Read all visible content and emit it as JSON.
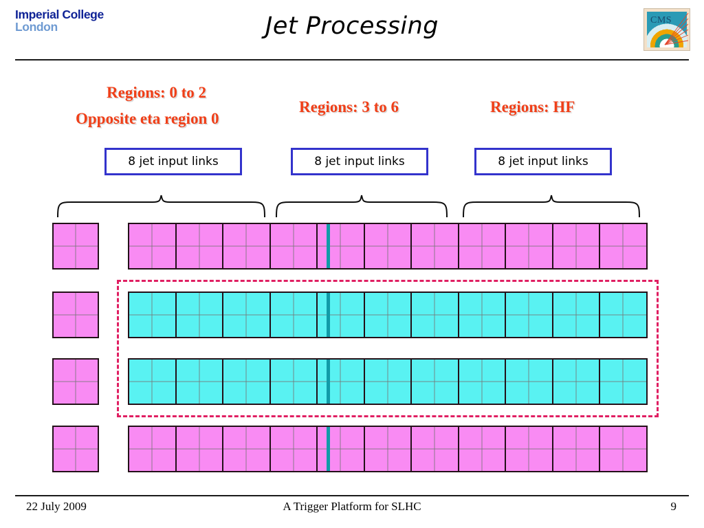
{
  "header": {
    "institution_line1": "Imperial College",
    "institution_line2": "London",
    "title": "Jet Processing",
    "logo_text": "CMS",
    "logo_name": "cms-logo"
  },
  "groups": [
    {
      "id": "group-0-to-2",
      "caption_line1": "Regions: 0 to 2",
      "caption_line2": "Opposite eta region 0",
      "link_box_label": "8 jet input links"
    },
    {
      "id": "group-3-to-6",
      "caption_line1": "Regions: 3 to 6",
      "caption_line2": "",
      "link_box_label": "8 jet input links"
    },
    {
      "id": "group-hf",
      "caption_line1": "Regions: HF",
      "caption_line2": "",
      "link_box_label": "8 jet input links"
    }
  ],
  "matrix": {
    "rows": [
      {
        "name": "row-1",
        "color": "pink",
        "lead_color": "pink",
        "blocks": 11
      },
      {
        "name": "row-2",
        "color": "cyan",
        "lead_color": "pink",
        "blocks": 11
      },
      {
        "name": "row-3",
        "color": "cyan",
        "lead_color": "pink",
        "blocks": 11
      },
      {
        "name": "row-4",
        "color": "pink",
        "lead_color": "pink",
        "blocks": 11
      }
    ],
    "lead_block_count": 1,
    "divider_marker": "teal-vertical-line"
  },
  "colors": {
    "pink_cell": "#f98bf3",
    "cyan_cell": "#59f2f2",
    "cell_border": "#231018",
    "teal_divider": "#119ba8",
    "highlight_dashed": "#e01f62",
    "caption_red": "#f03f18",
    "link_box_blue": "#3333cc",
    "imperial_blue": "#0f2396",
    "imperial_light_blue": "#6f9bd2"
  },
  "footer": {
    "date": "22 July 2009",
    "title": "A Trigger Platform for SLHC",
    "page_number": "9"
  }
}
